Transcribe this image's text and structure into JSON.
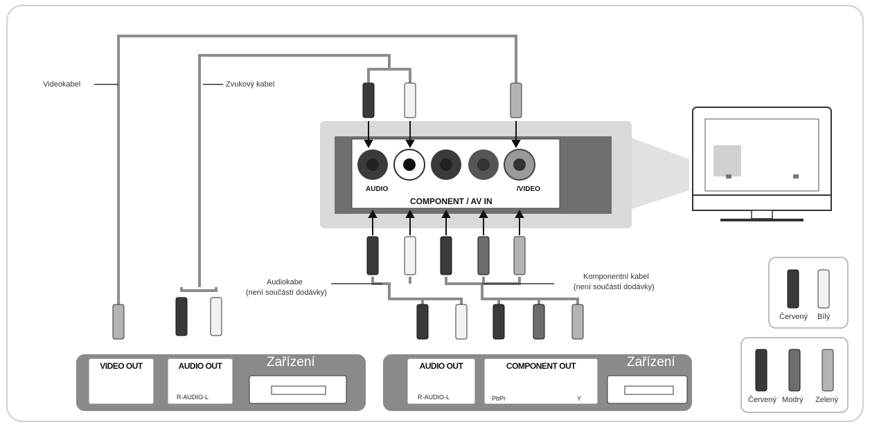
{
  "labels": {
    "video_cable": "Videokabel",
    "audio_cable": "Zvukový kabel",
    "audio_cable2_line1": "Audiokabe",
    "audio_cable2_line2": "(není součástí dodávky)",
    "component_cable_line1": "Komponentní kabel",
    "component_cable_line2": "(není součástí dodávky)"
  },
  "tv_panel": {
    "ports": [
      "AUDIO",
      "/VIDEO"
    ],
    "port_row_text": "AUDIO",
    "video_text": "/VIDEO",
    "title": "COMPONENT / AV IN"
  },
  "device_left": {
    "title": "Zařízení",
    "video_out": "VIDEO OUT",
    "audio_out": "AUDIO OUT",
    "audio_sub": "R-AUDIO-L"
  },
  "device_right": {
    "title": "Zařízení",
    "audio_out": "AUDIO OUT",
    "audio_sub": "R-AUDIO-L",
    "component_out": "COMPONENT OUT",
    "pbpr": "PbPr",
    "y": "Y"
  },
  "legend": {
    "top": [
      "Červený",
      "Bílý"
    ],
    "bottom": [
      "Červený",
      "Modrý",
      "Zelený"
    ]
  },
  "colors": {
    "panel_gray": "#8a8a8a",
    "tv_bg": "#d9d9d9",
    "cable": "#8c8c8c",
    "red_plug": "#3a3a3a",
    "white_plug": "#f2f2f2",
    "green_plug": "#b3b3b3",
    "blue_plug": "#6d6d6d"
  }
}
